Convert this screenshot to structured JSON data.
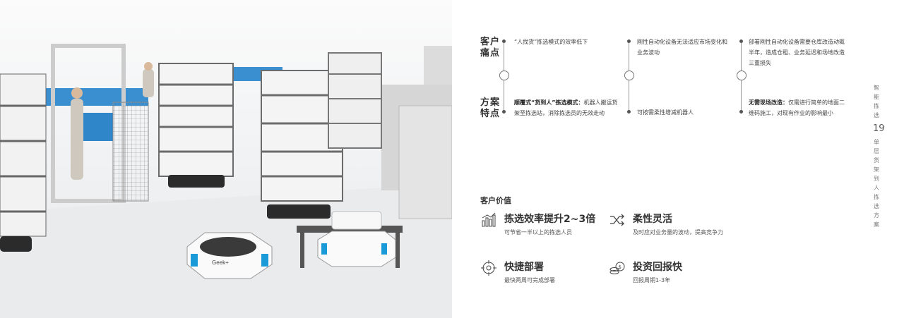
{
  "rows": [
    {
      "label": "客户痛点",
      "items": [
        "“人找货”拣选模式的效率低下",
        "刚性自动化设备无法适应市场变化和业务波动",
        "部署刚性自动化设备需要仓库改造动辄半年，造成仓租、业务延迟和场地改造三重损失"
      ]
    },
    {
      "label": "方案特点",
      "items": [
        {
          "bold": "顺覆式“货到人”拣选模式：",
          "text": "机器人搬运货架至拣选站，消除拣选员的无效走动"
        },
        {
          "bold": "",
          "text": "可按需柔性增减机器人"
        },
        {
          "bold": "无需现场改造：",
          "text": "仅需进行简单的地面二维码施工，对现有作业的影响最小"
        }
      ]
    }
  ],
  "value_section": {
    "title": "客户价值",
    "items": [
      {
        "title": "拣选效率提升2~3倍",
        "desc": "可节省一半以上的拣选人员",
        "icon": "bar-chart-icon"
      },
      {
        "title": "柔性灵活",
        "desc": "及时应对业务量的波动，提高竞争力",
        "icon": "shuffle-icon"
      },
      {
        "title": "快捷部署",
        "desc": "最快两周可完成部署",
        "icon": "target-icon"
      },
      {
        "title": "投资回报快",
        "desc": "回报周期1-3年",
        "icon": "coins-icon"
      }
    ]
  },
  "side": {
    "top": "智能拣选",
    "page": "19",
    "bottom": "单层货架到人拣选方案"
  },
  "photo": {
    "robot_brand": "Geek+"
  },
  "colors": {
    "accent": "#1a9ad6",
    "text": "#333333"
  }
}
